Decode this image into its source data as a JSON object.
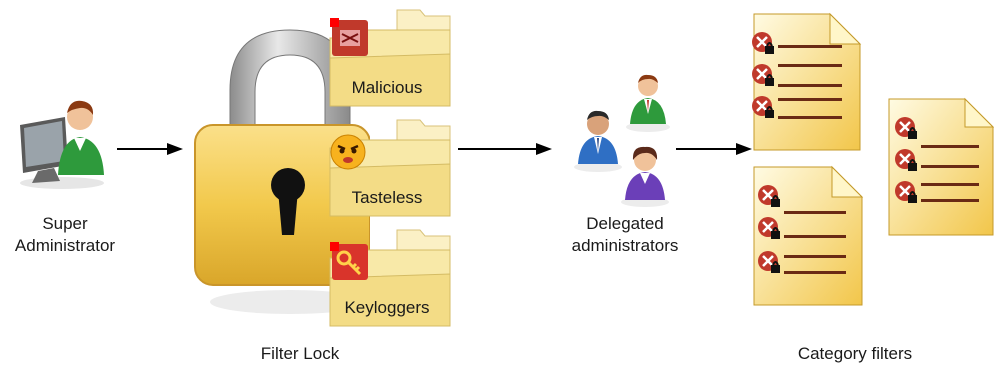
{
  "super_admin": {
    "line1": "Super",
    "line2": "Administrator"
  },
  "filter_lock": {
    "label": "Filter Lock",
    "folders": [
      {
        "label": "Malicious",
        "icon": "malicious-icon"
      },
      {
        "label": "Tasteless",
        "icon": "angry-face-icon"
      },
      {
        "label": "Keyloggers",
        "icon": "key-icon"
      }
    ]
  },
  "delegated": {
    "line1": "Delegated",
    "line2": "administrators"
  },
  "category_filters": {
    "label": "Category filters"
  },
  "colors": {
    "lock_gold": "#f2c94c",
    "folder_cream": "#f8e9a8",
    "deny_red": "#c0392b",
    "arrow": "#000000"
  }
}
